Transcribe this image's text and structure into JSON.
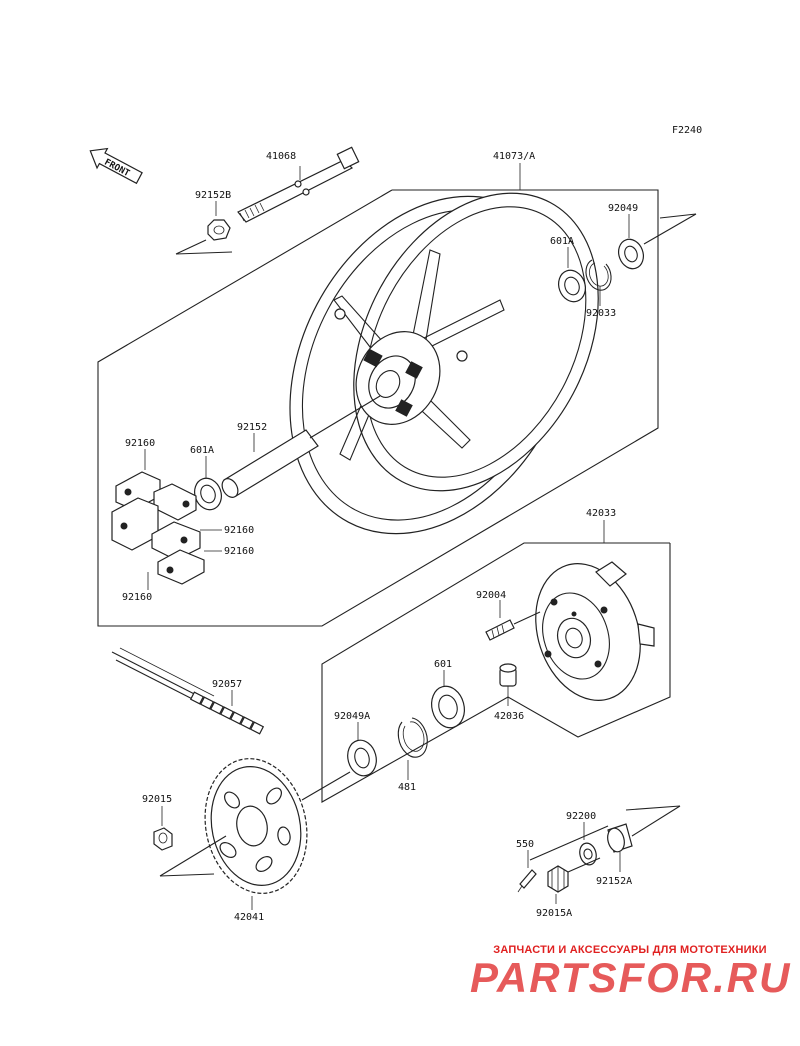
{
  "diagram": {
    "code": "F2240",
    "front_label": "FRONT",
    "parts": {
      "p41068": "41068",
      "p41073A": "41073/A",
      "p92152B": "92152B",
      "p92049": "92049",
      "p601A_top": "601A",
      "p92033": "92033",
      "p92152": "92152",
      "p92160_a": "92160",
      "p601A_left": "601A",
      "p92160_b": "92160",
      "p92160_c": "92160",
      "p92160_d": "92160",
      "p42033": "42033",
      "p92004": "92004",
      "p601": "601",
      "p42036": "42036",
      "p92057": "92057",
      "p92049A": "92049A",
      "p481": "481",
      "p92015": "92015",
      "p92200": "92200",
      "p550": "550",
      "p92152A": "92152A",
      "p92015A": "92015A",
      "p42041": "42041"
    }
  },
  "watermark": {
    "tagline": "ЗАПЧАСТИ И АКСЕССУАРЫ ДЛЯ МОТОТЕХНИКИ",
    "brand": "PARTSFOR.RU"
  }
}
